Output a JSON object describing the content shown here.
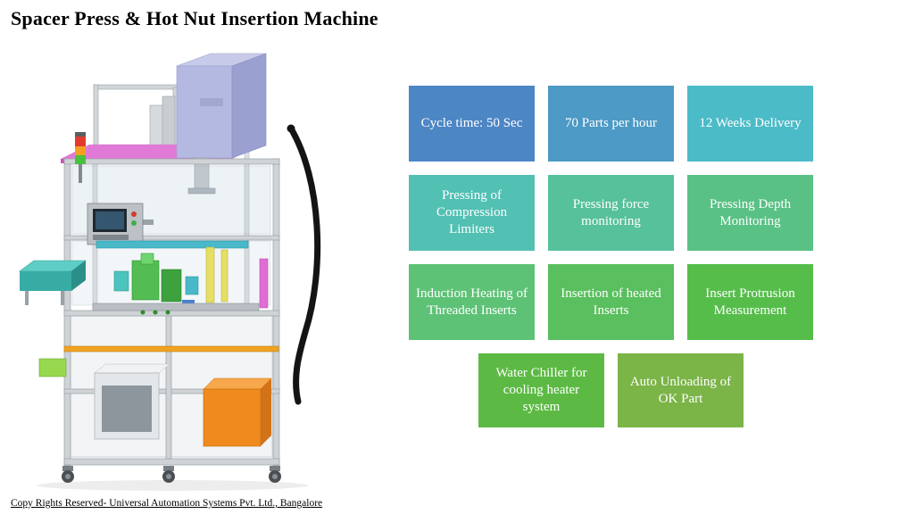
{
  "slide": {
    "title": "Spacer Press & Hot Nut Insertion Machine",
    "footer": "Copy Rights Reserved- Universal Automation Systems Pvt. Ltd., Bangalore"
  },
  "machine": {
    "alt": "3D CAD render of the Spacer Press and Hot Nut Insertion Machine"
  },
  "tiles": [
    {
      "label": "Cycle time: 50 Sec",
      "color": "#4d86c5"
    },
    {
      "label": "70 Parts per hour",
      "color": "#4c9ac5"
    },
    {
      "label": "12 Weeks Delivery",
      "color": "#4cbbc8"
    },
    {
      "label": "Pressing of Compression Limiters",
      "color": "#52c0b3"
    },
    {
      "label": "Pressing force monitoring",
      "color": "#56c19a"
    },
    {
      "label": "Pressing Depth Monitoring",
      "color": "#59c184"
    },
    {
      "label": "Induction Heating of Threaded Inserts",
      "color": "#5ec276"
    },
    {
      "label": "Insertion of heated Inserts",
      "color": "#5abf5e"
    },
    {
      "label": "Insert Protrusion Measurement",
      "color": "#56bd4b"
    },
    {
      "label": "Water Chiller for cooling heater system",
      "color": "#5cba44"
    },
    {
      "label": "Auto Unloading of OK Part",
      "color": "#7bb447"
    }
  ]
}
